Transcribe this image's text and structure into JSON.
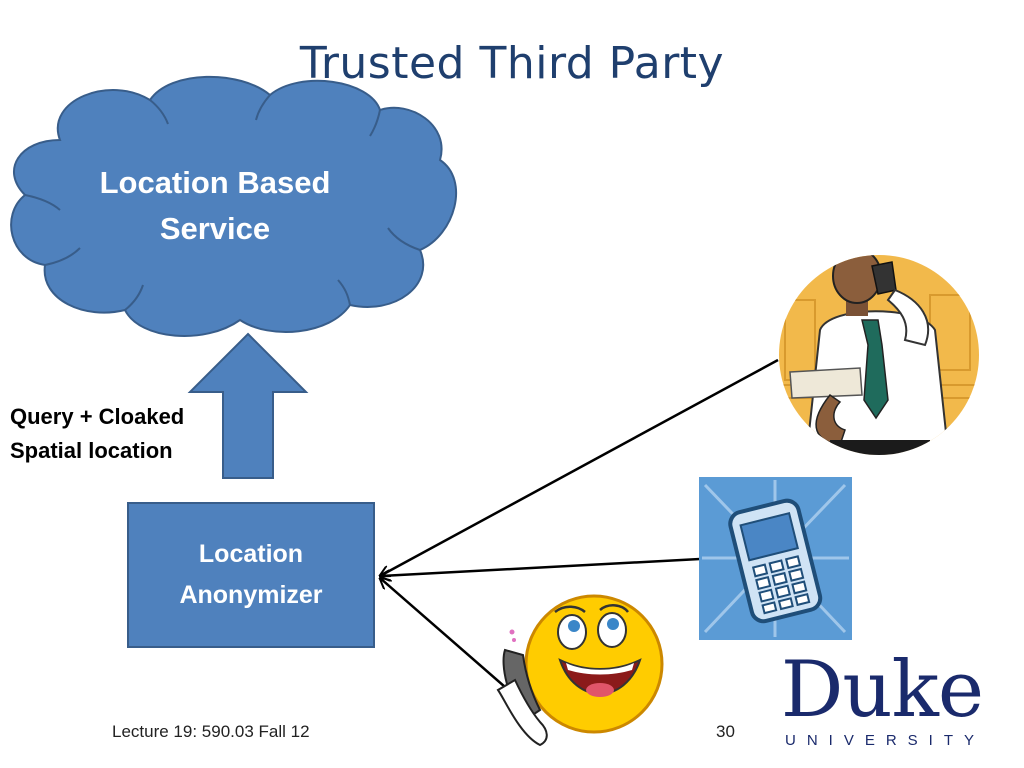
{
  "slide": {
    "title": "Trusted Third Party",
    "footer": "Lecture 19: 590.03 Fall 12",
    "page_number": "30"
  },
  "diagram": {
    "cloud_label": "Location Based\nService",
    "box_label": "Location\nAnonymizer",
    "arrow_label": "Query + Cloaked\nSpatial location"
  },
  "logo": {
    "word": "Duke",
    "subtitle": "UNIVERSITY"
  },
  "colors": {
    "shape_fill": "#4f81bd",
    "shape_stroke": "#385d8a",
    "title": "#1f3f6e",
    "logo": "#1a2a6c"
  }
}
